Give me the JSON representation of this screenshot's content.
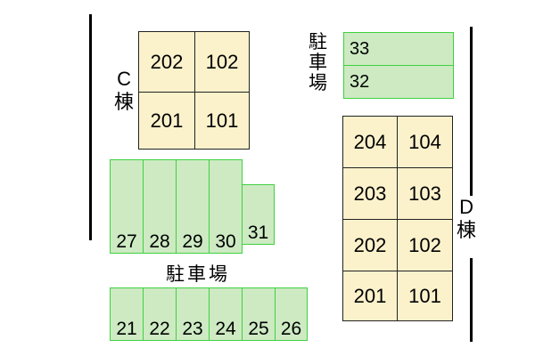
{
  "building_c": {
    "label_chars": [
      "C",
      "棟"
    ],
    "units": [
      "202",
      "102",
      "201",
      "101"
    ]
  },
  "building_d": {
    "label_chars": [
      "D",
      "棟"
    ],
    "units": [
      "204",
      "104",
      "203",
      "103",
      "202",
      "102",
      "201",
      "101"
    ]
  },
  "parking_right": {
    "label_chars": [
      "駐",
      "車",
      "場"
    ],
    "slots": [
      "33",
      "32"
    ]
  },
  "parking_left": {
    "label": "駐車場",
    "upper_slots": [
      "27",
      "28",
      "29",
      "30",
      "31"
    ],
    "lower_slots": [
      "21",
      "22",
      "23",
      "24",
      "25",
      "26"
    ]
  },
  "colors": {
    "building_fill": "#fbf2cc",
    "parking_fill": "#cdeac3",
    "parking_border": "#3fd13f",
    "wall": "#000000"
  }
}
